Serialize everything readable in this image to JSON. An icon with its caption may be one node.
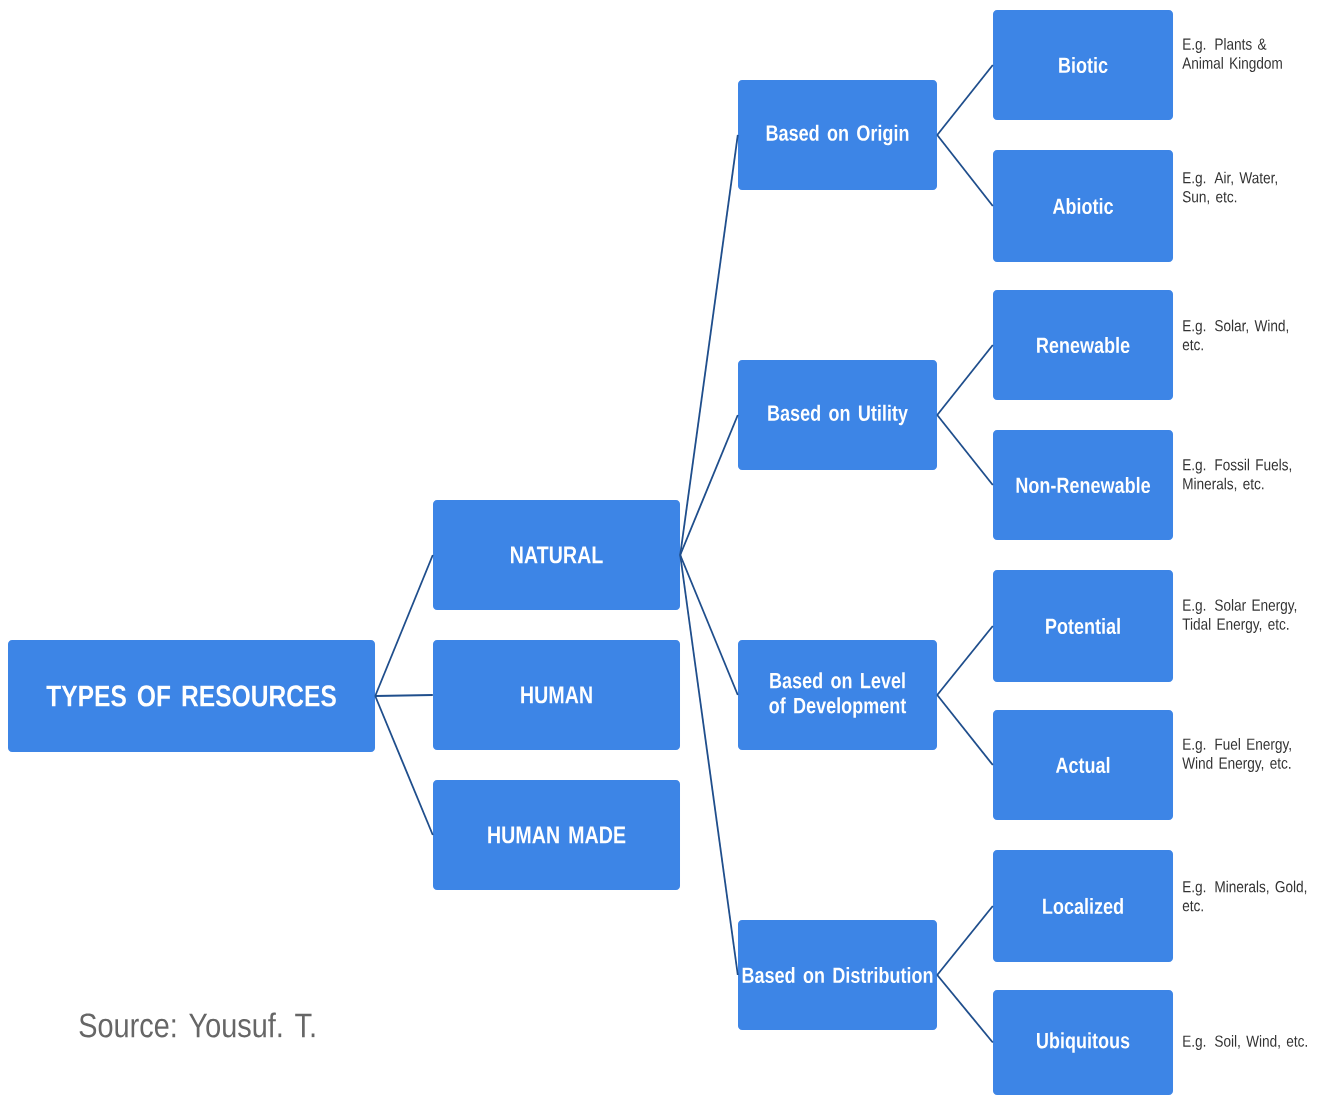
{
  "diagram": {
    "nodes": [
      {
        "text": [
          "TYPES OF RESOURCES"
        ]
      },
      {
        "text": [
          "NATURAL"
        ]
      },
      {
        "text": [
          "HUMAN"
        ]
      },
      {
        "text": [
          "HUMAN MADE"
        ]
      },
      {
        "text": [
          "Based on Origin"
        ]
      },
      {
        "text": [
          "Based on Utility"
        ]
      },
      {
        "text": [
          "Based on Level of Development"
        ]
      },
      {
        "text": [
          "Based on Distribution"
        ]
      },
      {
        "text": [
          "Biotic"
        ],
        "beside": [
          "E.g. Plants & Animal Kingdom"
        ]
      },
      {
        "text": [
          "Abiotic"
        ],
        "beside": [
          "E.g. Air, Water, Sun, etc."
        ]
      },
      {
        "text": [
          "Renewable"
        ],
        "beside": [
          "E.g. Solar, Wind, etc."
        ]
      },
      {
        "text": [
          "Non-Renewable"
        ],
        "beside": [
          "E.g. Fossil Fuels, Minerals, etc."
        ]
      },
      {
        "text": [
          "Potential"
        ],
        "beside": [
          "E.g. Solar Energy, Tidal Energy, etc."
        ]
      },
      {
        "text": [
          "Actual"
        ],
        "beside": [
          "E.g. Fuel Energy, Wind Energy, etc."
        ]
      },
      {
        "text": [
          "Localized"
        ],
        "beside": [
          "E.g. Minerals, Gold, etc."
        ]
      },
      {
        "text": [
          "Ubiquitous"
        ],
        "beside": [
          "E.g. Soil, Wind, etc."
        ]
      }
    ],
    "edges": [
      {
        "from": 0,
        "to": 1,
        "arrow": "none"
      },
      {
        "from": 0,
        "to": 2,
        "arrow": "none"
      },
      {
        "from": 0,
        "to": 3,
        "arrow": "none"
      },
      {
        "from": 1,
        "to": 4,
        "arrow": "none"
      },
      {
        "from": 1,
        "to": 5,
        "arrow": "none"
      },
      {
        "from": 1,
        "to": 6,
        "arrow": "none"
      },
      {
        "from": 1,
        "to": 7,
        "arrow": "none"
      },
      {
        "from": 4,
        "to": 8,
        "arrow": "none"
      },
      {
        "from": 4,
        "to": 9,
        "arrow": "none"
      },
      {
        "from": 5,
        "to": 10,
        "arrow": "none"
      },
      {
        "from": 5,
        "to": 11,
        "arrow": "none"
      },
      {
        "from": 6,
        "to": 12,
        "arrow": "none"
      },
      {
        "from": 6,
        "to": 13,
        "arrow": "none"
      },
      {
        "from": 7,
        "to": 14,
        "arrow": "none"
      },
      {
        "from": 7,
        "to": 15,
        "arrow": "none"
      }
    ],
    "labels": [
      "Source: Yousuf. T."
    ]
  }
}
